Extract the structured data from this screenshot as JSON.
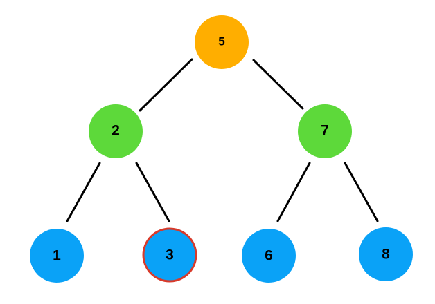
{
  "tree": {
    "root": {
      "label": "5",
      "color": "#FFAE00"
    },
    "level1": [
      {
        "label": "2",
        "color": "#5DD93A"
      },
      {
        "label": "7",
        "color": "#5DD93A"
      }
    ],
    "leaves": [
      {
        "label": "1",
        "color": "#0AA2F7"
      },
      {
        "label": "3",
        "color": "#0AA2F7",
        "highlighted": true,
        "outline_color": "#D83A2A"
      },
      {
        "label": "6",
        "color": "#0AA2F7"
      },
      {
        "label": "8",
        "color": "#0AA2F7"
      }
    ]
  }
}
